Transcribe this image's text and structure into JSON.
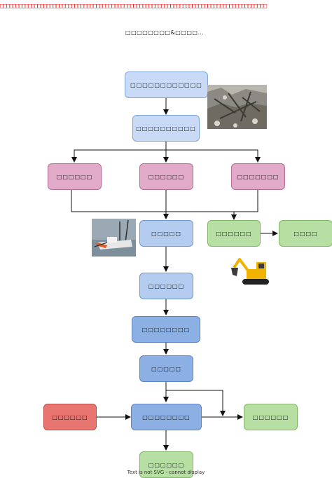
{
  "top_banner": "□□□□□□□□□□□□□□□□□□□□□□□□□□□□□□□□□□□□□□□□□□□□□□□□□□□□□□□□□□□□□□□□□□□□□□□□□□□□□□□□□□□□□□",
  "title": "□□□□□□□□&□□□□…",
  "nodes": {
    "n1": "□□□□□□□□□□□□",
    "n2": "□□□□□□□□□□",
    "n3a": "□□□□□□",
    "n3b": "□□□□□□",
    "n3c": "□□□□□□□",
    "n4": "□□□□□",
    "n4g1": "□□□□□□",
    "n4g2": "□□□□",
    "n5": "□□□□□□",
    "n6": "□□□□□□□□",
    "n7": "□□□□□",
    "n8": "□□□□□□□□",
    "n8red": "□□□□□□",
    "n8green": "□□□□□□",
    "n9": "□□□□□□"
  },
  "footer": "Text is not SVG - cannot display",
  "colors": {
    "blue_light": "#c8daf5",
    "blue_mid": "#b4ccef",
    "blue_dark": "#8db0e4",
    "pink": "#e0aac8",
    "green": "#b7dea3",
    "red": "#e8756f"
  },
  "images": [
    "rubble-photo",
    "dredger-boat-photo",
    "excavator-illustration"
  ]
}
